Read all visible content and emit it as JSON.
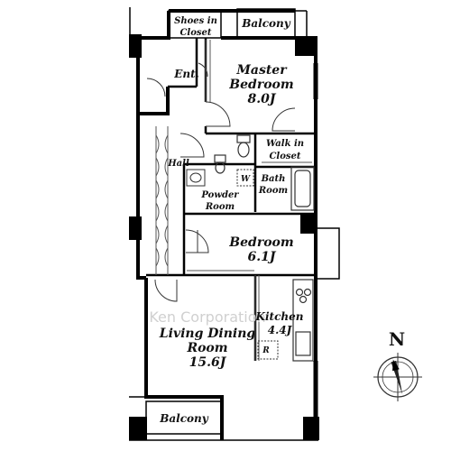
{
  "rooms": {
    "shoes_closet": [
      "Shoes in",
      "Closet"
    ],
    "balcony_top": "Balcony",
    "entrance": "Ent.",
    "master_bedroom": [
      "Master",
      "Bedroom",
      "8.0J"
    ],
    "walk_in_closet": [
      "Walk in",
      "Closet"
    ],
    "hall": "Hall",
    "washer_mark": "W",
    "bath_room": [
      "Bath",
      "Room"
    ],
    "powder_room": [
      "Powder",
      "Room"
    ],
    "bedroom": [
      "Bedroom",
      "6.1J"
    ],
    "kitchen": [
      "Kitchen",
      "4.4J"
    ],
    "refrigerator_mark": "R",
    "living_dining": [
      "Living Dining",
      "Room",
      "15.6J"
    ],
    "balcony_bottom": "Balcony"
  },
  "watermark": "Ken Corporation",
  "compass": {
    "label": "N"
  },
  "colors": {
    "wall": "#000000",
    "thin": "#444444",
    "hatch": "#666666"
  }
}
